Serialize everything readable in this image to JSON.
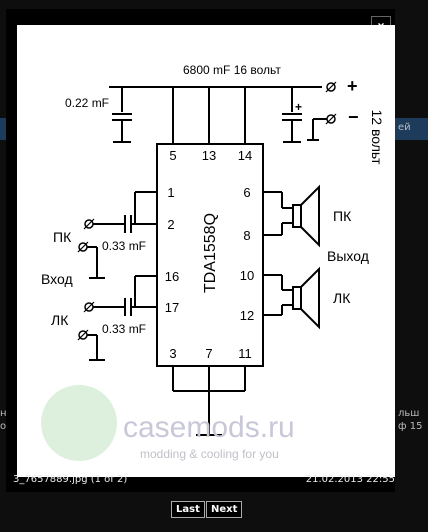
{
  "lightbox": {
    "close_label": "×",
    "caption": "3_7657889.jpg (1 of 2)",
    "datetime": "21.02.2013 22:55",
    "last_label": "Last",
    "next_label": "Next"
  },
  "schematic": {
    "supply_label": "6800 mF 16 вольт",
    "cap_top_label": "0.22 mF",
    "plus_sign": "+",
    "minus_sign": "−",
    "voltage_label": "12 вольт",
    "cap_plus_sign": "+",
    "chip_name": "TDA1558Q",
    "pins": [
      "5",
      "13",
      "14",
      "1",
      "2",
      "16",
      "17",
      "3",
      "7",
      "11",
      "6",
      "8",
      "10",
      "12"
    ],
    "input_cap_label_1": "0.33 mF",
    "input_cap_label_2": "0.33 mF",
    "left_pk": "ПК",
    "left_lk": "ЛК",
    "input_label": "Вход",
    "right_pk": "ПК",
    "right_lk": "ЛК",
    "output_label": "Выход"
  },
  "watermark": {
    "brand": "casemods.ru",
    "slogan": "modding & cooling for you"
  }
}
